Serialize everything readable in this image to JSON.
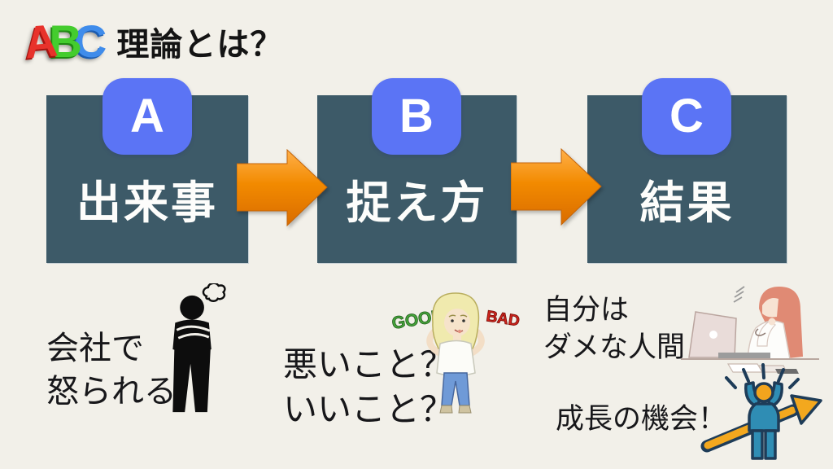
{
  "title": {
    "letters": [
      {
        "char": "A",
        "color": "#e8322b"
      },
      {
        "char": "B",
        "color": "#44cc2e"
      },
      {
        "char": "C",
        "color": "#3f8ceb"
      }
    ],
    "suffix": "理論とは？"
  },
  "flow": {
    "box_color": "#3d5a68",
    "badge_color": "#5b74f5",
    "arrow_color_top": "#ffb04a",
    "arrow_color_bottom": "#d96c00",
    "steps": [
      {
        "badge": "A",
        "label": "出来事"
      },
      {
        "badge": "B",
        "label": "捉え方"
      },
      {
        "badge": "C",
        "label": "結果"
      }
    ]
  },
  "examples": {
    "event": {
      "line1": "会社で",
      "line2": "怒られる"
    },
    "belief": {
      "line1": "悪いこと？",
      "line2": "いいこと？",
      "good_label": "GOOD",
      "bad_label": "BAD"
    },
    "negative": {
      "line1": "自分は",
      "line2": "ダメな人間"
    },
    "positive": {
      "line1": "成長の機会！"
    }
  }
}
